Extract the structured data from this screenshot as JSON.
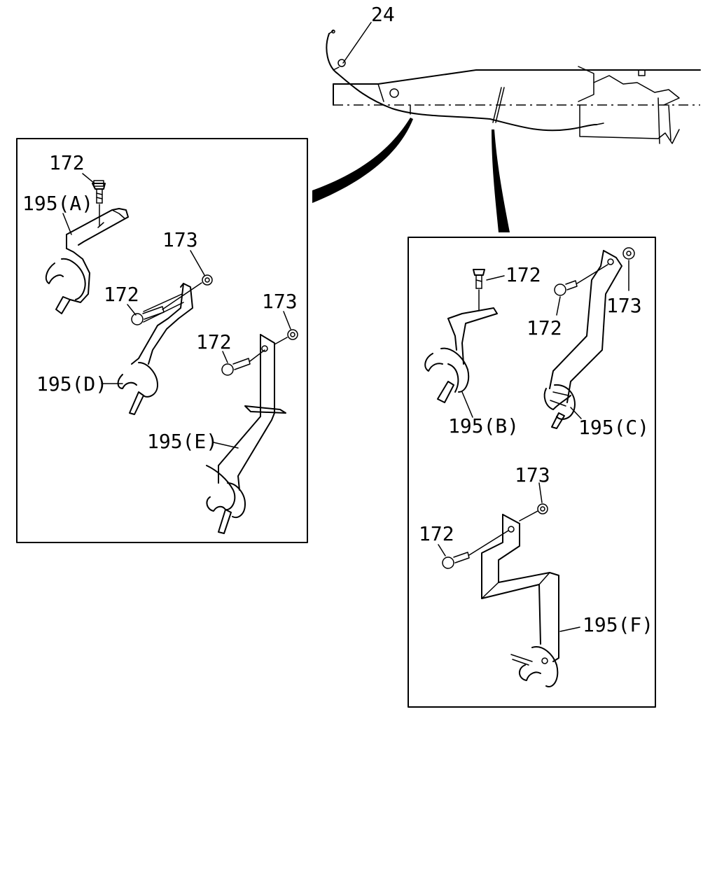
{
  "callouts": {
    "c24": "24",
    "a_172": "172",
    "a_195A": "195(A)",
    "d_173": "173",
    "d_172": "172",
    "d_195D": "195(D)",
    "e_173": "173",
    "e_172": "172",
    "e_195E": "195(E)",
    "b_172": "172",
    "b_195B": "195(B)",
    "c_172": "172",
    "c_173": "173",
    "c_195C": "195(C)",
    "f_173": "173",
    "f_172": "172",
    "f_195F": "195(F)"
  }
}
